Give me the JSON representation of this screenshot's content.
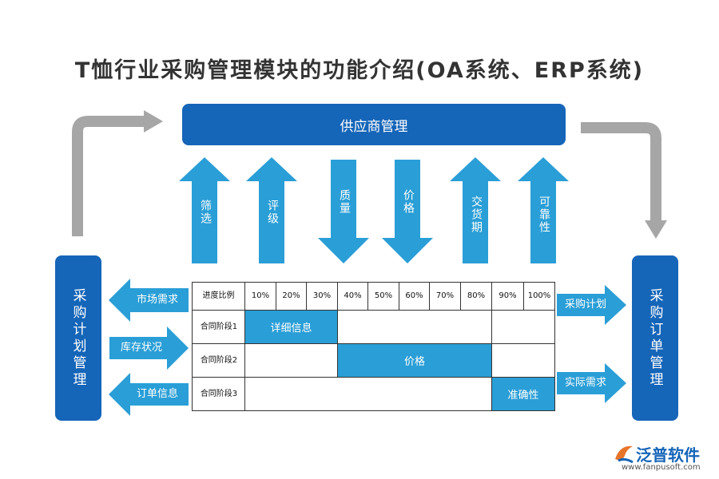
{
  "title": "T恤行业采购管理模块的功能介绍(OA系统、ERP系统)",
  "supplier_box": "供应商管理",
  "left_box": "采购计划管理",
  "right_box": "采购订单管理",
  "vertical_arrows": [
    {
      "label": "筛选",
      "direction": "up"
    },
    {
      "label": "评级",
      "direction": "up"
    },
    {
      "label": "质量",
      "direction": "down"
    },
    {
      "label": "价格",
      "direction": "down"
    },
    {
      "label": "交货期",
      "direction": "up"
    },
    {
      "label": "可靠性",
      "direction": "up"
    }
  ],
  "left_arrows": [
    {
      "label": "市场需求",
      "direction": "left"
    },
    {
      "label": "库存状况",
      "direction": "right"
    },
    {
      "label": "订单信息",
      "direction": "left"
    }
  ],
  "right_arrows": [
    {
      "label": "采购计划",
      "direction": "right"
    },
    {
      "label": "实际需求",
      "direction": "right"
    }
  ],
  "grid": {
    "header": "进度比例",
    "percents": [
      "10%",
      "20%",
      "30%",
      "40%",
      "50%",
      "60%",
      "70%",
      "80%",
      "90%",
      "100%"
    ],
    "rows": [
      {
        "label": "合同阶段1",
        "bar": "详细信息"
      },
      {
        "label": "合同阶段2",
        "bar": "价格"
      },
      {
        "label": "合同阶段3",
        "bar": "准确性"
      }
    ]
  },
  "colors": {
    "dark_blue": "#1565b8",
    "light_blue": "#2a9ed6",
    "gray": "#a6a6a6"
  },
  "logo": {
    "name": "泛普软件",
    "url": "www.fanpusoft.com"
  }
}
